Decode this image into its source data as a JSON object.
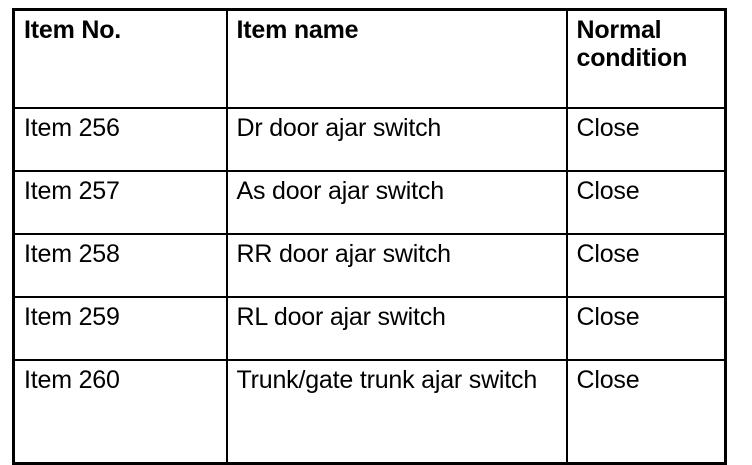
{
  "document": {
    "type": "specification-table",
    "background_color": "#ffffff",
    "text_color": "#000000",
    "border_color": "#000000"
  },
  "table": {
    "columns": [
      {
        "key": "item_no",
        "header": "Item No."
      },
      {
        "key": "item_name",
        "header": "Item name"
      },
      {
        "key": "condition",
        "header": "Normal condition"
      }
    ],
    "rows": [
      {
        "item_no": "Item 256",
        "item_name": "Dr door ajar switch",
        "condition": "Close"
      },
      {
        "item_no": "Item 257",
        "item_name": "As door ajar switch",
        "condition": "Close"
      },
      {
        "item_no": "Item 258",
        "item_name": "RR door ajar switch",
        "condition": "Close"
      },
      {
        "item_no": "Item 259",
        "item_name": "RL door ajar switch",
        "condition": "Close"
      },
      {
        "item_no": "Item 260",
        "item_name": "Trunk/gate trunk ajar switch",
        "condition": "Close"
      }
    ]
  }
}
